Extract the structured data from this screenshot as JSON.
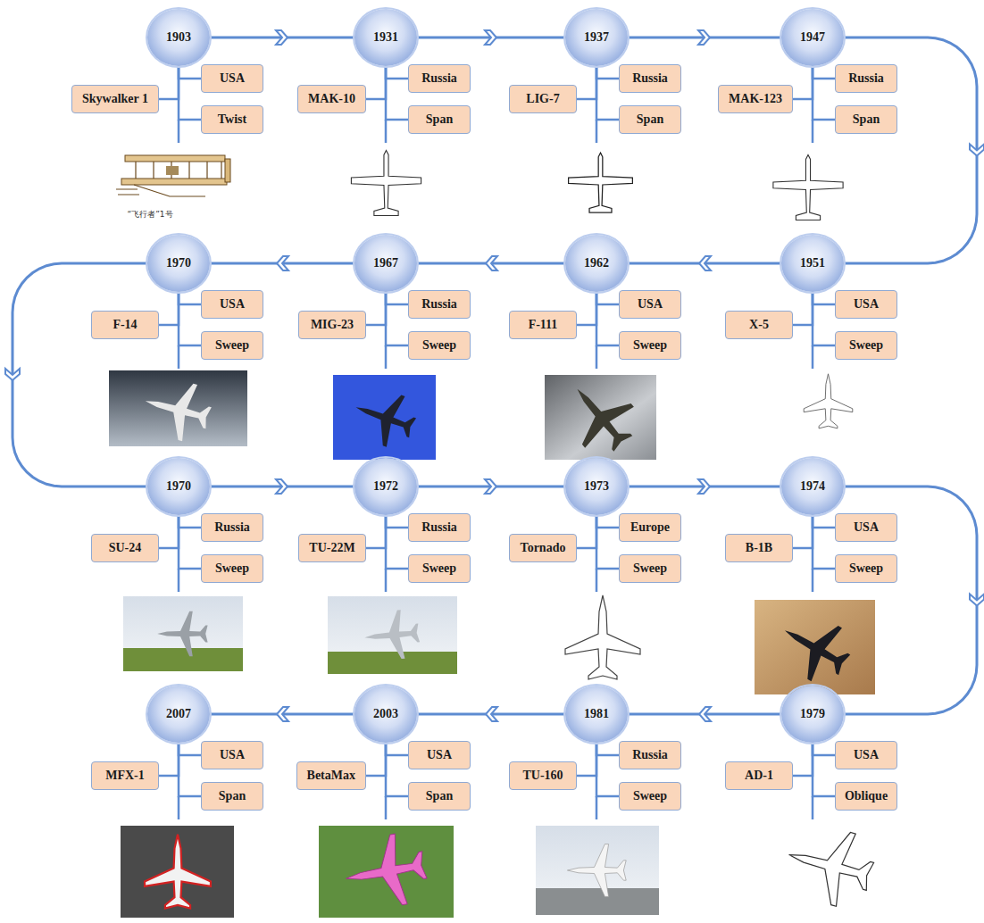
{
  "diagram": {
    "nodes": [
      {
        "text": [
          "1903"
        ]
      },
      {
        "text": [
          "Skywalker 1"
        ]
      },
      {
        "text": [
          "USA"
        ]
      },
      {
        "text": [
          "Twist"
        ]
      },
      {
        "text": [
          "1931"
        ]
      },
      {
        "text": [
          "MAK-10"
        ]
      },
      {
        "text": [
          "Russia"
        ]
      },
      {
        "text": [
          "Span"
        ]
      },
      {
        "text": [
          "1937"
        ]
      },
      {
        "text": [
          "LIG-7"
        ]
      },
      {
        "text": [
          "Russia"
        ]
      },
      {
        "text": [
          "Span"
        ]
      },
      {
        "text": [
          "1947"
        ]
      },
      {
        "text": [
          "MAK-123"
        ]
      },
      {
        "text": [
          "Russia"
        ]
      },
      {
        "text": [
          "Span"
        ]
      },
      {
        "text": [
          "1951"
        ]
      },
      {
        "text": [
          "X-5"
        ]
      },
      {
        "text": [
          "USA"
        ]
      },
      {
        "text": [
          "Sweep"
        ]
      },
      {
        "text": [
          "1962"
        ]
      },
      {
        "text": [
          "F-111"
        ]
      },
      {
        "text": [
          "USA"
        ]
      },
      {
        "text": [
          "Sweep"
        ]
      },
      {
        "text": [
          "1967"
        ]
      },
      {
        "text": [
          "MIG-23"
        ]
      },
      {
        "text": [
          "Russia"
        ]
      },
      {
        "text": [
          "Sweep"
        ]
      },
      {
        "text": [
          "1970"
        ]
      },
      {
        "text": [
          "F-14"
        ]
      },
      {
        "text": [
          "USA"
        ]
      },
      {
        "text": [
          "Sweep"
        ]
      },
      {
        "text": [
          "1970"
        ]
      },
      {
        "text": [
          "SU-24"
        ]
      },
      {
        "text": [
          "Russia"
        ]
      },
      {
        "text": [
          "Sweep"
        ]
      },
      {
        "text": [
          "1972"
        ]
      },
      {
        "text": [
          "TU-22M"
        ]
      },
      {
        "text": [
          "Russia"
        ]
      },
      {
        "text": [
          "Sweep"
        ]
      },
      {
        "text": [
          "1973"
        ]
      },
      {
        "text": [
          "Tornado"
        ]
      },
      {
        "text": [
          "Europe"
        ]
      },
      {
        "text": [
          "Sweep"
        ]
      },
      {
        "text": [
          "1974"
        ]
      },
      {
        "text": [
          "B-1B"
        ]
      },
      {
        "text": [
          "USA"
        ]
      },
      {
        "text": [
          "Sweep"
        ]
      },
      {
        "text": [
          "1979"
        ]
      },
      {
        "text": [
          "AD-1"
        ]
      },
      {
        "text": [
          "USA"
        ]
      },
      {
        "text": [
          "Oblique"
        ]
      },
      {
        "text": [
          "1981"
        ]
      },
      {
        "text": [
          "TU-160"
        ]
      },
      {
        "text": [
          "Russia"
        ]
      },
      {
        "text": [
          "Sweep"
        ]
      },
      {
        "text": [
          "2003"
        ]
      },
      {
        "text": [
          "BetaMax"
        ]
      },
      {
        "text": [
          "USA"
        ]
      },
      {
        "text": [
          "Span"
        ]
      },
      {
        "text": [
          "2007"
        ]
      },
      {
        "text": [
          "MFX-1"
        ]
      },
      {
        "text": [
          "USA"
        ]
      },
      {
        "text": [
          "Span"
        ]
      }
    ],
    "edges": [
      {
        "from": 0,
        "to": 4,
        "arrow": "to"
      },
      {
        "from": 4,
        "to": 8,
        "arrow": "to"
      },
      {
        "from": 8,
        "to": 12,
        "arrow": "to"
      },
      {
        "from": 12,
        "to": 16,
        "arrow": "to"
      },
      {
        "from": 16,
        "to": 20,
        "arrow": "to"
      },
      {
        "from": 20,
        "to": 24,
        "arrow": "to"
      },
      {
        "from": 24,
        "to": 28,
        "arrow": "to"
      },
      {
        "from": 28,
        "to": 32,
        "arrow": "to"
      },
      {
        "from": 32,
        "to": 36,
        "arrow": "to"
      },
      {
        "from": 36,
        "to": 40,
        "arrow": "to"
      },
      {
        "from": 40,
        "to": 44,
        "arrow": "to"
      },
      {
        "from": 44,
        "to": 48,
        "arrow": "to"
      },
      {
        "from": 48,
        "to": 52,
        "arrow": "to"
      },
      {
        "from": 52,
        "to": 56,
        "arrow": "to"
      },
      {
        "from": 56,
        "to": 60,
        "arrow": "to"
      },
      {
        "from": 0,
        "to": 1,
        "arrow": "none"
      },
      {
        "from": 0,
        "to": 2,
        "arrow": "none"
      },
      {
        "from": 0,
        "to": 3,
        "arrow": "none"
      },
      {
        "from": 4,
        "to": 5,
        "arrow": "none"
      },
      {
        "from": 4,
        "to": 6,
        "arrow": "none"
      },
      {
        "from": 4,
        "to": 7,
        "arrow": "none"
      },
      {
        "from": 8,
        "to": 9,
        "arrow": "none"
      },
      {
        "from": 8,
        "to": 10,
        "arrow": "none"
      },
      {
        "from": 8,
        "to": 11,
        "arrow": "none"
      },
      {
        "from": 12,
        "to": 13,
        "arrow": "none"
      },
      {
        "from": 12,
        "to": 14,
        "arrow": "none"
      },
      {
        "from": 12,
        "to": 15,
        "arrow": "none"
      },
      {
        "from": 16,
        "to": 17,
        "arrow": "none"
      },
      {
        "from": 16,
        "to": 18,
        "arrow": "none"
      },
      {
        "from": 16,
        "to": 19,
        "arrow": "none"
      },
      {
        "from": 20,
        "to": 21,
        "arrow": "none"
      },
      {
        "from": 20,
        "to": 22,
        "arrow": "none"
      },
      {
        "from": 20,
        "to": 23,
        "arrow": "none"
      },
      {
        "from": 24,
        "to": 25,
        "arrow": "none"
      },
      {
        "from": 24,
        "to": 26,
        "arrow": "none"
      },
      {
        "from": 24,
        "to": 27,
        "arrow": "none"
      },
      {
        "from": 28,
        "to": 29,
        "arrow": "none"
      },
      {
        "from": 28,
        "to": 30,
        "arrow": "none"
      },
      {
        "from": 28,
        "to": 31,
        "arrow": "none"
      },
      {
        "from": 32,
        "to": 33,
        "arrow": "none"
      },
      {
        "from": 32,
        "to": 34,
        "arrow": "none"
      },
      {
        "from": 32,
        "to": 35,
        "arrow": "none"
      },
      {
        "from": 36,
        "to": 37,
        "arrow": "none"
      },
      {
        "from": 36,
        "to": 38,
        "arrow": "none"
      },
      {
        "from": 36,
        "to": 39,
        "arrow": "none"
      },
      {
        "from": 40,
        "to": 41,
        "arrow": "none"
      },
      {
        "from": 40,
        "to": 42,
        "arrow": "none"
      },
      {
        "from": 40,
        "to": 43,
        "arrow": "none"
      },
      {
        "from": 44,
        "to": 45,
        "arrow": "none"
      },
      {
        "from": 44,
        "to": 46,
        "arrow": "none"
      },
      {
        "from": 44,
        "to": 47,
        "arrow": "none"
      },
      {
        "from": 48,
        "to": 49,
        "arrow": "none"
      },
      {
        "from": 48,
        "to": 50,
        "arrow": "none"
      },
      {
        "from": 48,
        "to": 51,
        "arrow": "none"
      },
      {
        "from": 52,
        "to": 53,
        "arrow": "none"
      },
      {
        "from": 52,
        "to": 54,
        "arrow": "none"
      },
      {
        "from": 52,
        "to": 55,
        "arrow": "none"
      },
      {
        "from": 56,
        "to": 57,
        "arrow": "none"
      },
      {
        "from": 56,
        "to": 58,
        "arrow": "none"
      },
      {
        "from": 56,
        "to": 59,
        "arrow": "none"
      },
      {
        "from": 60,
        "to": 61,
        "arrow": "none"
      },
      {
        "from": 60,
        "to": 62,
        "arrow": "none"
      },
      {
        "from": 60,
        "to": 63,
        "arrow": "none"
      }
    ],
    "labels": [
      "“飞行者”1号"
    ]
  }
}
